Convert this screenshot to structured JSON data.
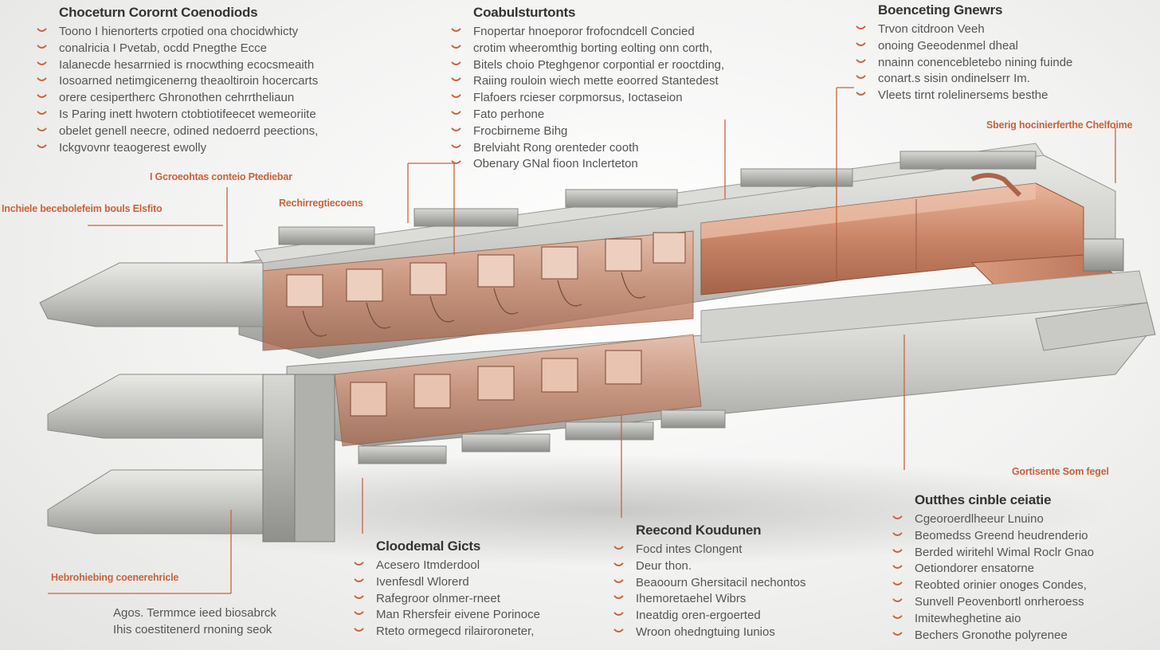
{
  "colors": {
    "accent": "#c8643c",
    "copper": "#d9957a",
    "metal": "#b8b8b4"
  },
  "blocks": {
    "tl": {
      "title": "Choceturn Corornt Coenodiods",
      "lines": [
        "Toono I hienorterts crpotied ona chocidwhicty",
        "conalricia I Pvetab, ocdd Pnegthe Ecce",
        "Ialanecde hesarrnied is rnocwthing ecocsmeaith",
        "Iosoarned netimgicenerng theaoltiroin hocercarts",
        "orere cesipertherc Ghronothen cehrrtheliaun",
        "Is Paring inett hwotern ctobtiotifeecet wemeoriite",
        "obelet genell neecre, odined nedoerrd peections,",
        "Ickgvovnr teaogerest ewolly"
      ]
    },
    "tc": {
      "title": "Coabulsturtonts",
      "lines": [
        "Fnopertar hnoeporor frofocndcell Concied",
        "crotim wheeromthig borting eolting onn corth,",
        "Bitels choio Pteghgenor corpontial er rooctding,",
        "Raiing rouloin wiech mette eoorred Stantedest",
        "Flafoers rcieser corpmorsus, Ioctaseion",
        "Fato perhone",
        "Frocbirneme Bihg",
        "Brelviaht Rong orenteder cooth",
        "Obenary GNal fioon Inclerteton"
      ]
    },
    "tr": {
      "title": "Boenceting Gnewrs",
      "lines": [
        "Trvon citdroon Veeh",
        "onoing Geeodenmel dheal",
        "nnainn conencebletebo nining fuinde",
        "conart.s sisin ondinelserr Im.",
        "Vleets tirnt rolelinersems besthe"
      ]
    },
    "bc": {
      "title": "Cloodemal Gicts",
      "lines": [
        "Acesero Itmderdool",
        "Ivenfesdl Wlorerd",
        "Rafegroor olnmer-rneet",
        "Man Rhersfeir eivene Porinoce",
        "Rteto ormegecd rilairoroneter,"
      ]
    },
    "brc": {
      "title": "Reecond Koudunen",
      "lines": [
        "Focd intes Clongent",
        "Deur thon.",
        "Beaoourn Ghersitacil nechontos",
        "Ihemoretaehel Wibrs",
        "Ineatdig oren-ergoerted",
        "Wroon ohedngtuing  Iunios"
      ]
    },
    "br": {
      "title": "Outthes cinble ceiatie",
      "lines": [
        "Cgeoroerdlheeur Lnuino",
        "Beomedss Greend heudrenderio",
        "Berded wiritehl Wimal Roclr Gnao",
        "Oetiondorer ensatorne",
        "Reobted orinier onoges Condes,",
        "Sunvell Peovenbortl onrheroess",
        "Imitewheghetine aio",
        "Bechers Gronothe polyrenee"
      ]
    },
    "bl": {
      "lines": [
        "Agos. Termmce ieed biosabrck",
        "Ihis coestitenerd rnoning seok"
      ]
    }
  },
  "labels": {
    "l1": "I Gcroeohtas conteio Ptediebar",
    "l2": "Inchiele becebolefeim bouls Elsfito",
    "l3": "Rechirregtiecoens",
    "l4": "Sberig hocinierferthe Chelfoime",
    "l5": "Gortisente Som fegel",
    "l6": "Hebrohiebing coenerehricle"
  }
}
